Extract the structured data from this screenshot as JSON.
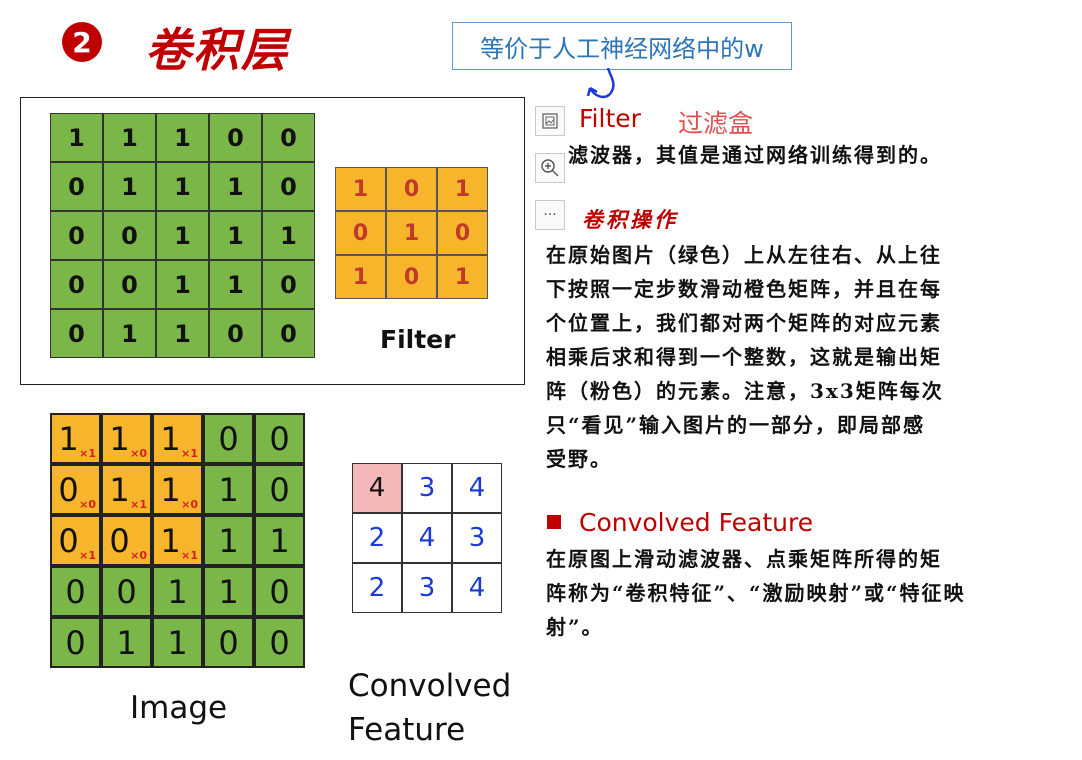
{
  "header": {
    "number_badge": "❷",
    "title": "卷积层",
    "callout": "等价于人工神经网络中的w"
  },
  "image_matrix": {
    "rows": [
      [
        "1",
        "1",
        "1",
        "0",
        "0"
      ],
      [
        "0",
        "1",
        "1",
        "1",
        "0"
      ],
      [
        "0",
        "0",
        "1",
        "1",
        "1"
      ],
      [
        "0",
        "0",
        "1",
        "1",
        "0"
      ],
      [
        "0",
        "1",
        "1",
        "0",
        "0"
      ]
    ]
  },
  "filter_matrix": {
    "rows": [
      [
        "1",
        "0",
        "1"
      ],
      [
        "0",
        "1",
        "0"
      ],
      [
        "1",
        "0",
        "1"
      ]
    ],
    "caption": "Filter"
  },
  "convolution_example": {
    "rows": [
      [
        "1",
        "1",
        "1",
        "0",
        "0"
      ],
      [
        "0",
        "1",
        "1",
        "1",
        "0"
      ],
      [
        "0",
        "0",
        "1",
        "1",
        "1"
      ],
      [
        "0",
        "0",
        "1",
        "1",
        "0"
      ],
      [
        "0",
        "1",
        "1",
        "0",
        "0"
      ]
    ],
    "weights": [
      [
        "×1",
        "×0",
        "×1"
      ],
      [
        "×0",
        "×1",
        "×0"
      ],
      [
        "×1",
        "×0",
        "×1"
      ]
    ],
    "caption": "Image"
  },
  "convolved_feature": {
    "rows": [
      [
        "4",
        "3",
        "4"
      ],
      [
        "2",
        "4",
        "3"
      ],
      [
        "2",
        "3",
        "4"
      ]
    ],
    "caption_line1": "Convolved",
    "caption_line2": "Feature",
    "highlight_color": "#f4b8b8"
  },
  "toolbar": {
    "icons": [
      "image-icon",
      "zoom-in-icon",
      "more-icon"
    ],
    "more_label": "···"
  },
  "notes": {
    "filter_heading": "Filter",
    "filter_heading_cn": "过滤盒",
    "filter_desc": "滤波器，其值是通过网络训练得到的。",
    "conv_op_heading": "卷积操作",
    "conv_op_lines": [
      "在原始图片（绿色）上从左往右、从上往",
      "下按照一定步数滑动橙色矩阵，并且在每",
      "个位置上，我们都对两个矩阵的对应元素",
      "相乘后求和得到一个整数，这就是输出矩",
      "阵（粉色）的元素。注意，3x3矩阵每次",
      "只“看见”输入图片的一部分，即局部感",
      "受野。"
    ],
    "convolved_heading": "Convolved Feature",
    "convolved_lines": [
      "在原图上滑动滤波器、点乘矩阵所得的矩",
      "阵称为“卷积特征”、“激励映射”或“特征映",
      "射”。"
    ]
  },
  "colors": {
    "accent_red": "#c00000",
    "green": "#7ab648",
    "orange": "#f7b52c",
    "callout_blue": "#2e75b6",
    "handwriting_blue": "#1a3ad6"
  }
}
